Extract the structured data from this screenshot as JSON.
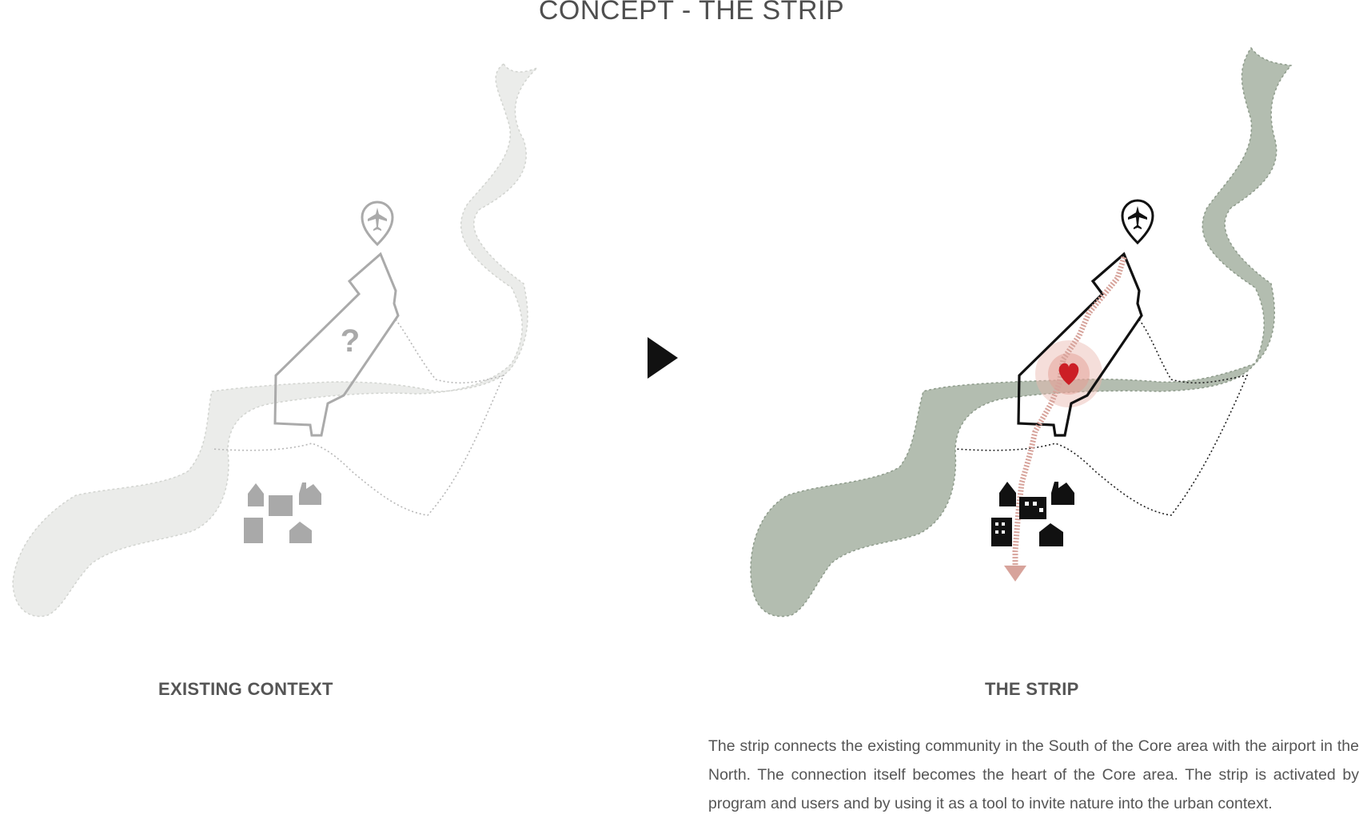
{
  "header": {
    "title": "CONCEPT - THE STRIP"
  },
  "panels": {
    "existing": {
      "label": "EXISTING CONTEXT",
      "question_mark": "?"
    },
    "strip": {
      "label": "THE STRIP"
    }
  },
  "description": "The strip connects the existing community in the South of the Core area with the airport in the North. The connection itself becomes the heart of the Core area. The strip is activated by program and users and by using it as a tool to invite nature into the urban context.",
  "colors": {
    "existing_nature": "#ebecea",
    "strip_nature": "#b3bdb0",
    "outline_grey": "#a9a9a9",
    "outline_dark": "#111111",
    "heart": "#cc1e25",
    "path": "#d7a39b"
  }
}
